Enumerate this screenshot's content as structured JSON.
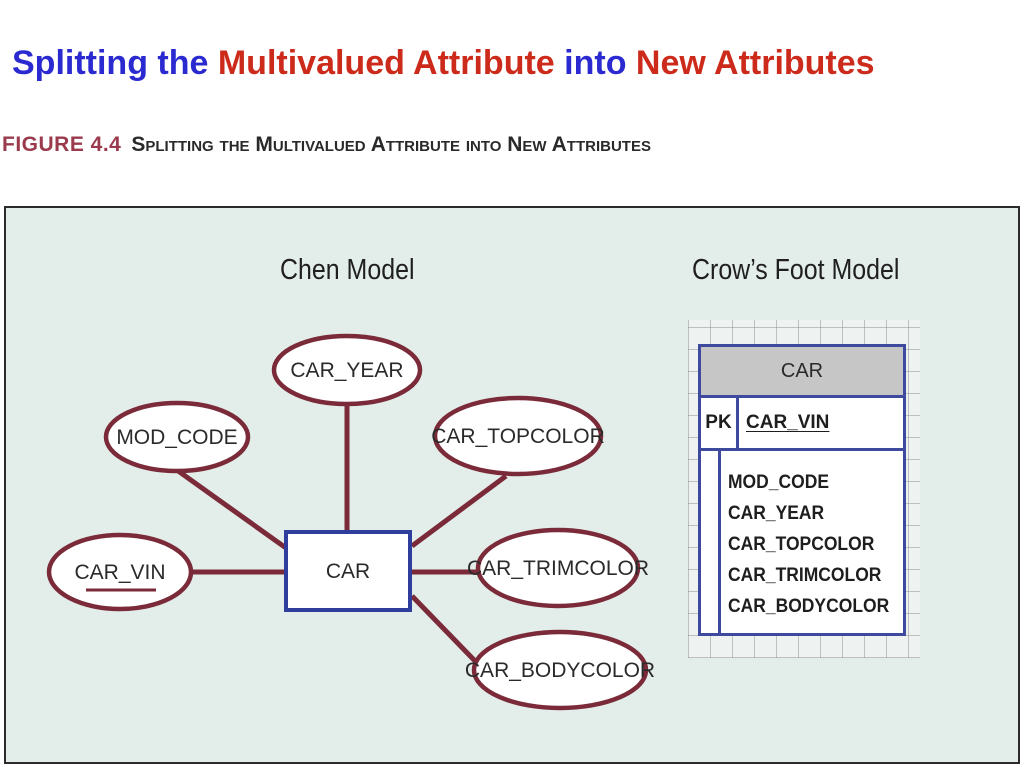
{
  "slide_title": {
    "part1": "Splitting the ",
    "part2": "Multivalued Attribute",
    "part3": " into ",
    "part4": "New Attributes"
  },
  "figure": {
    "number": "FIGURE 4.4",
    "caption": "Splitting the Multivalued Attribute into New Attributes"
  },
  "chen_model": {
    "heading": "Chen Model",
    "entity": "CAR",
    "attributes": {
      "car_year": "CAR_YEAR",
      "mod_code": "MOD_CODE",
      "car_topcolor": "CAR_TOPCOLOR",
      "car_vin": "CAR_VIN",
      "car_trimcolor": "CAR_TRIMCOLOR",
      "car_bodycolor": "CAR_BODYCOLOR"
    }
  },
  "crows_foot_model": {
    "heading": "Crow’s Foot Model",
    "entity": "CAR",
    "pk_label": "PK",
    "pk_attribute": "CAR_VIN",
    "attributes": [
      "MOD_CODE",
      "CAR_YEAR",
      "CAR_TOPCOLOR",
      "CAR_TRIMCOLOR",
      "CAR_BODYCOLOR"
    ]
  },
  "colors": {
    "title_blue": "#2a2ad0",
    "title_red": "#cc2a1a",
    "ellipse_border": "#7a2a38",
    "entity_border": "#2f3e9c",
    "panel_background": "#e3ede9"
  }
}
